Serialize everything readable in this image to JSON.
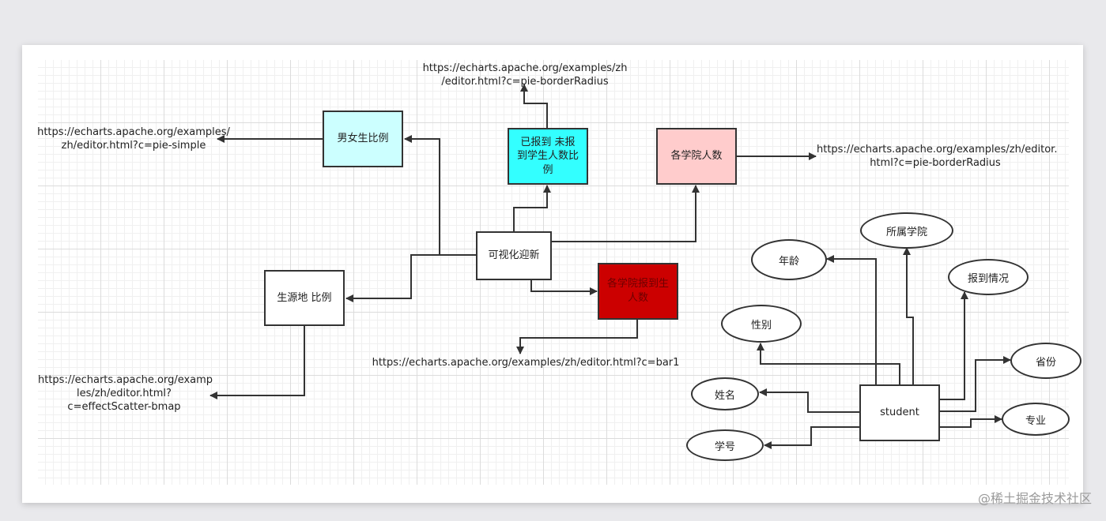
{
  "diagram": {
    "center_node": "可视化迎新",
    "nodes": {
      "gender_ratio": "男女生比例",
      "registered_ratio": "已报到 未报\n到学生人数比\n例",
      "college_count": "各学院人数",
      "origin_ratio": "生源地 比例",
      "red_box": "各学院报到生\n人数"
    },
    "urls": {
      "gender_ratio_url": "https://echarts.apache.org/examples/\nzh/editor.html?c=pie-simple",
      "registered_url": "https://echarts.apache.org/examples/zh\n/editor.html?c=pie-borderRadius",
      "college_url": "https://echarts.apache.org/examples/zh/editor.\nhtml?c=pie-borderRadius",
      "origin_url": "https://echarts.apache.org/examp\nles/zh/editor.html?\nc=effectScatter-bmap",
      "red_box_url": "https://echarts.apache.org/examples/zh/editor.html?c=bar1"
    },
    "student": {
      "entity": "student",
      "attributes": {
        "college": "所属学院",
        "age": "年龄",
        "report_status": "报到情况",
        "gender": "性别",
        "province": "省份",
        "name": "姓名",
        "major": "专业",
        "student_id": "学号"
      }
    }
  },
  "colors": {
    "gender_fill": "#ccffff",
    "registered_fill": "#33ffff",
    "college_fill": "#ffcccc",
    "red_fill": "#cc0000",
    "line": "#333333"
  },
  "watermark": "@稀土掘金技术社区"
}
